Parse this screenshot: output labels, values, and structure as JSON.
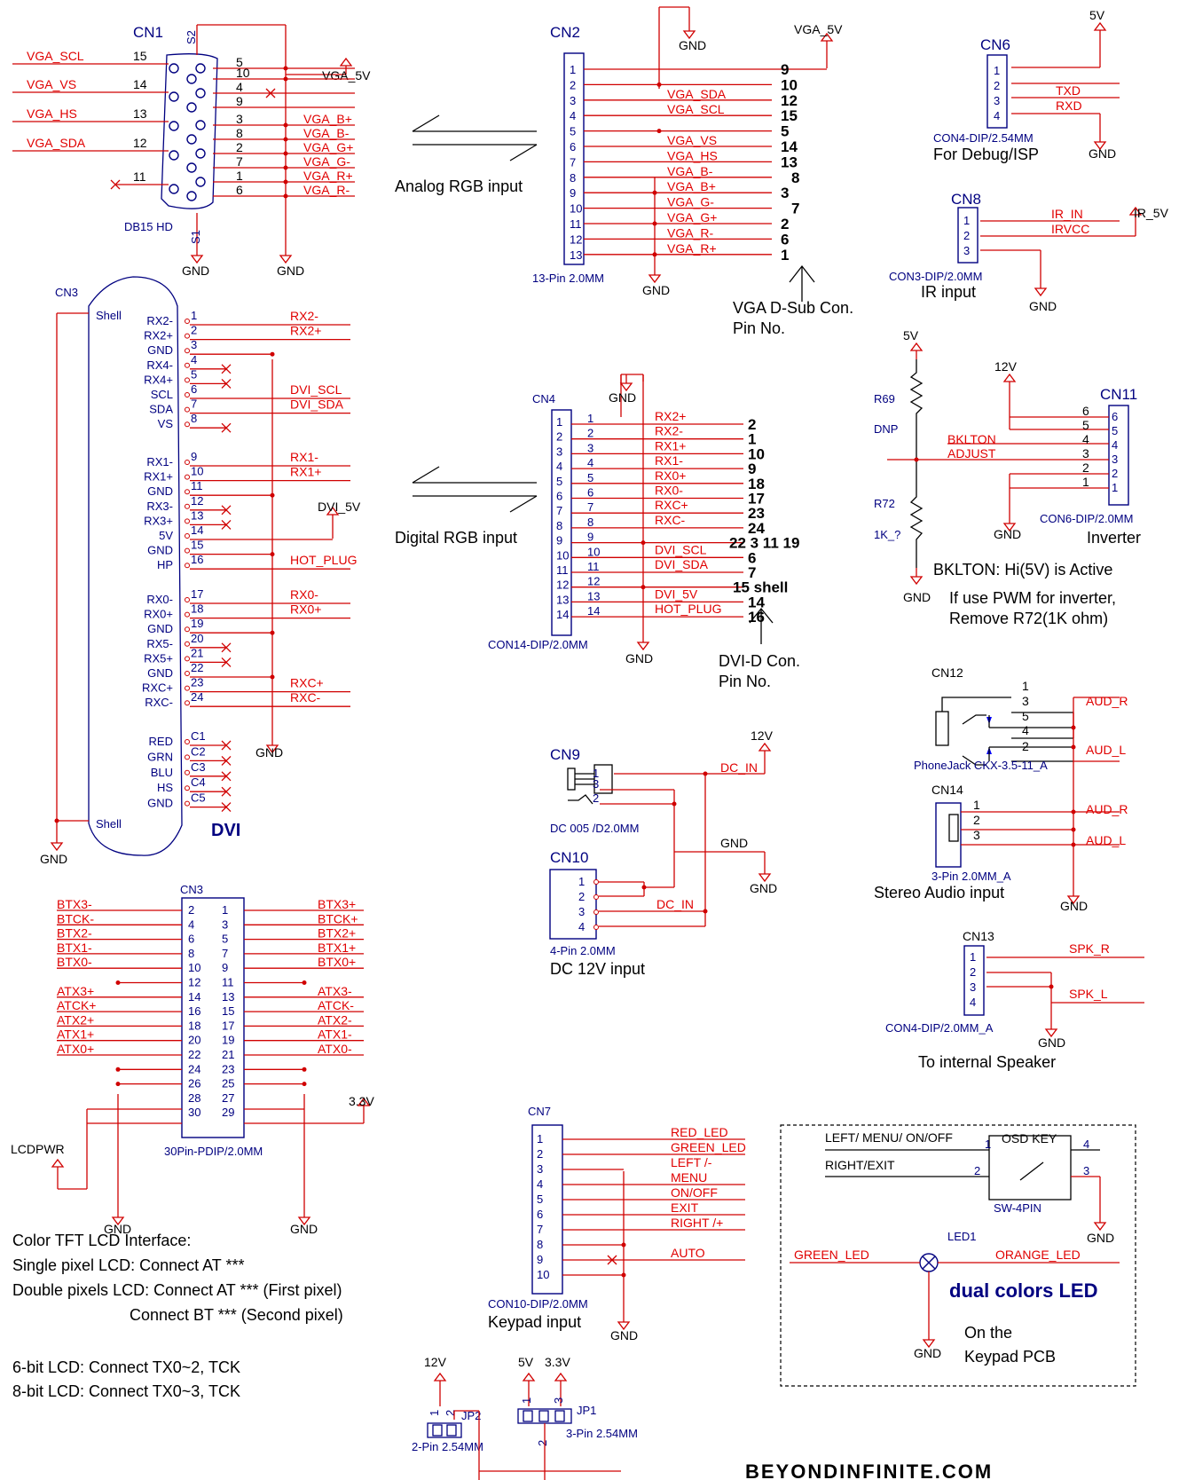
{
  "cn1": {
    "ref": "CN1",
    "part": "DB15 HD",
    "s1": "S1",
    "s2": "S2",
    "left": [
      {
        "sig": "VGA_SCL",
        "pin": "15"
      },
      {
        "sig": "VGA_VS",
        "pin": "14"
      },
      {
        "sig": "VGA_HS",
        "pin": "13"
      },
      {
        "sig": "VGA_SDA",
        "pin": "12"
      },
      {
        "sig": "",
        "pin": "11"
      }
    ],
    "right": [
      {
        "pin": "5",
        "sig": ""
      },
      {
        "pin": "10",
        "sig": ""
      },
      {
        "pin": "4",
        "sig": ""
      },
      {
        "pin": "9",
        "sig": ""
      },
      {
        "pin": "3",
        "sig": "VGA_B+"
      },
      {
        "pin": "8",
        "sig": "VGA_B-"
      },
      {
        "pin": "2",
        "sig": "VGA_G+"
      },
      {
        "pin": "7",
        "sig": "VGA_G-"
      },
      {
        "pin": "1",
        "sig": "VGA_R+"
      },
      {
        "pin": "6",
        "sig": "VGA_R-"
      }
    ],
    "vcc": "VGA_5V",
    "gnd": "GND"
  },
  "analog_label": "Analog RGB input",
  "cn2": {
    "ref": "CN2",
    "part": "13-Pin 2.0MM",
    "vcc": "VGA_5V",
    "gnd": "GND",
    "pins": [
      "1",
      "2",
      "3",
      "4",
      "5",
      "6",
      "7",
      "8",
      "9",
      "10",
      "11",
      "12",
      "13"
    ],
    "sigs": [
      "",
      "",
      "VGA_SDA",
      "VGA_SCL",
      "",
      "VGA_VS",
      "VGA_HS",
      "VGA_B-",
      "VGA_B+",
      "VGA_G-",
      "VGA_G+",
      "VGA_R-",
      "VGA_R+"
    ],
    "dsub": [
      "9",
      "10",
      "12",
      "15",
      "5",
      "14",
      "13",
      "8",
      "3",
      "7",
      "2",
      "6",
      "1"
    ],
    "note1": "VGA D-Sub Con.",
    "note2": "Pin No."
  },
  "cn6": {
    "ref": "CN6",
    "part": "CON4-DIP/2.54MM",
    "desc": "For Debug/ISP",
    "vcc": "5V",
    "gnd": "GND",
    "pins": [
      "1",
      "2",
      "3",
      "4"
    ],
    "sigs": [
      "",
      "TXD",
      "RXD",
      ""
    ]
  },
  "cn8": {
    "ref": "CN8",
    "part": "CON3-DIP/2.0MM",
    "desc": "IR input",
    "vcc": "IR_5V",
    "gnd": "GND",
    "pins": [
      "1",
      "2",
      "3"
    ],
    "sigs": [
      "IR_IN",
      "IRVCC",
      ""
    ]
  },
  "cn3": {
    "ref": "CN3",
    "title": "DVI",
    "shell": "Shell",
    "gnd": "GND",
    "vcc": "DVI_5V",
    "rows": [
      {
        "name": "RX2-",
        "pin": "1",
        "sig": "RX2-"
      },
      {
        "name": "RX2+",
        "pin": "2",
        "sig": "RX2+"
      },
      {
        "name": "GND",
        "pin": "3",
        "sig": ""
      },
      {
        "name": "RX4-",
        "pin": "4",
        "sig": ""
      },
      {
        "name": "RX4+",
        "pin": "5",
        "sig": ""
      },
      {
        "name": "SCL",
        "pin": "6",
        "sig": "DVI_SCL"
      },
      {
        "name": "SDA",
        "pin": "7",
        "sig": "DVI_SDA"
      },
      {
        "name": "VS",
        "pin": "8",
        "sig": ""
      },
      {
        "name": "RX1-",
        "pin": "9",
        "sig": "RX1-"
      },
      {
        "name": "RX1+",
        "pin": "10",
        "sig": "RX1+"
      },
      {
        "name": "GND",
        "pin": "11",
        "sig": ""
      },
      {
        "name": "RX3-",
        "pin": "12",
        "sig": ""
      },
      {
        "name": "RX3+",
        "pin": "13",
        "sig": ""
      },
      {
        "name": "5V",
        "pin": "14",
        "sig": ""
      },
      {
        "name": "GND",
        "pin": "15",
        "sig": ""
      },
      {
        "name": "HP",
        "pin": "16",
        "sig": "HOT_PLUG"
      },
      {
        "name": "RX0-",
        "pin": "17",
        "sig": "RX0-"
      },
      {
        "name": "RX0+",
        "pin": "18",
        "sig": "RX0+"
      },
      {
        "name": "GND",
        "pin": "19",
        "sig": ""
      },
      {
        "name": "RX5-",
        "pin": "20",
        "sig": ""
      },
      {
        "name": "RX5+",
        "pin": "21",
        "sig": ""
      },
      {
        "name": "GND",
        "pin": "22",
        "sig": ""
      },
      {
        "name": "RXC+",
        "pin": "23",
        "sig": "RXC+"
      },
      {
        "name": "RXC-",
        "pin": "24",
        "sig": "RXC-"
      },
      {
        "name": "RED",
        "pin": "C1",
        "sig": ""
      },
      {
        "name": "GRN",
        "pin": "C2",
        "sig": ""
      },
      {
        "name": "BLU",
        "pin": "C3",
        "sig": ""
      },
      {
        "name": "HS",
        "pin": "C4",
        "sig": ""
      },
      {
        "name": "GND",
        "pin": "C5",
        "sig": ""
      }
    ]
  },
  "digital_label": "Digital RGB input",
  "cn4": {
    "ref": "CN4",
    "part": "CON14-DIP/2.0MM",
    "gnd": "GND",
    "pins": [
      "1",
      "2",
      "3",
      "4",
      "5",
      "6",
      "7",
      "8",
      "9",
      "10",
      "11",
      "12",
      "13",
      "14"
    ],
    "sigs": [
      "RX2+",
      "RX2-",
      "RX1+",
      "RX1-",
      "RX0+",
      "RX0-",
      "RXC+",
      "RXC-",
      "",
      "DVI_SCL",
      "DVI_SDA",
      "",
      "DVI_5V",
      "HOT_PLUG"
    ],
    "dvi": [
      "2",
      "1",
      "10",
      "9",
      "18",
      "17",
      "23",
      "24",
      "22 3 11 19",
      "6",
      "7",
      "15  shell",
      "14",
      "16"
    ],
    "note1": "DVI-D Con.",
    "note2": "Pin No."
  },
  "cn11": {
    "ref": "CN11",
    "part": "CON6-DIP/2.0MM",
    "desc": "Inverter",
    "vcc": "12V",
    "gnd": "GND",
    "pins": [
      "6",
      "5",
      "4",
      "3",
      "2",
      "1"
    ],
    "sigs": [
      "",
      "",
      "BKLTON",
      "ADJUST",
      "",
      ""
    ],
    "r69": "R69",
    "r69v": "DNP",
    "r72": "R72",
    "r72v": "1K_?",
    "v5": "5V",
    "note1": "BKLTON: Hi(5V) is Active",
    "note2": "If use PWM for inverter,",
    "note3": "Remove R72(1K ohm)"
  },
  "cn12": {
    "ref": "CN12",
    "part": "PhoneJack CKX-3.5-11_A",
    "pins": [
      "1",
      "3",
      "5",
      "4",
      "2"
    ],
    "audr": "AUD_R",
    "audl": "AUD_L"
  },
  "cn14": {
    "ref": "CN14",
    "part": "3-Pin 2.0MM_A",
    "desc": "Stereo Audio input",
    "pins": [
      "1",
      "2",
      "3"
    ],
    "audr": "AUD_R",
    "audl": "AUD_L",
    "gnd": "GND"
  },
  "cn13": {
    "ref": "CN13",
    "part": "CON4-DIP/2.0MM_A",
    "desc": "To internal Speaker",
    "pins": [
      "1",
      "2",
      "3",
      "4"
    ],
    "spkr": "SPK_R",
    "spkl": "SPK_L",
    "gnd": "GND"
  },
  "cn9": {
    "ref": "CN9",
    "part": "DC 005 /D2.0MM",
    "pins": [
      "1",
      "3",
      "2"
    ],
    "vcc": "12V",
    "dcin": "DC_IN",
    "gnd": "GND",
    "gndlbl": "GND"
  },
  "cn10": {
    "ref": "CN10",
    "part": "4-Pin 2.0MM",
    "desc": "DC 12V input",
    "pins": [
      "1",
      "2",
      "3",
      "4"
    ],
    "dcin": "DC_IN"
  },
  "cn3b": {
    "ref": "CN3",
    "part": "30Pin-PDIP/2.0MM",
    "gnd": "GND",
    "v33": "3.3V",
    "lcdpwr": "LCDPWR",
    "even": [
      "2",
      "4",
      "6",
      "8",
      "10",
      "12",
      "14",
      "16",
      "18",
      "20",
      "22",
      "24",
      "26",
      "28",
      "30"
    ],
    "odd": [
      "1",
      "3",
      "5",
      "7",
      "9",
      "11",
      "13",
      "15",
      "17",
      "19",
      "21",
      "23",
      "25",
      "27",
      "29"
    ],
    "lsig": [
      "BTX3-",
      "BTCK-",
      "BTX2-",
      "BTX1-",
      "BTX0-",
      "",
      "ATX3+",
      "ATCK+",
      "ATX2+",
      "ATX1+",
      "ATX0+",
      "",
      "",
      "",
      ""
    ],
    "rsig": [
      "BTX3+",
      "BTCK+",
      "BTX2+",
      "BTX1+",
      "BTX0+",
      "",
      "ATX3-",
      "ATCK-",
      "ATX2-",
      "ATX1-",
      "ATX0-",
      "",
      "",
      "",
      ""
    ]
  },
  "notes": [
    "Color TFT LCD Interface:",
    "Single pixel LCD: Connect AT ***",
    "Double pixels LCD: Connect AT *** (First pixel)",
    "Connect BT *** (Second pixel)",
    "6-bit LCD: Connect TX0~2, TCK",
    "8-bit LCD: Connect TX0~3, TCK"
  ],
  "cn7": {
    "ref": "CN7",
    "part": "CON10-DIP/2.0MM",
    "desc": "Keypad input",
    "gnd": "GND",
    "pins": [
      "1",
      "2",
      "3",
      "4",
      "5",
      "6",
      "7",
      "8",
      "9",
      "10"
    ],
    "sigs": [
      "RED_LED",
      "GREEN_LED",
      "LEFT /-",
      "MENU",
      "ON/OFF",
      "EXIT",
      "RIGHT /+",
      "",
      "AUTO",
      ""
    ]
  },
  "keypad": {
    "l1": "LEFT/ MENU/ ON/OFF",
    "l2": "RIGHT/EXIT",
    "key": "OSD KEY",
    "sw": "SW-4PIN",
    "gnd": "GND",
    "led": "LED1",
    "green": "GREEN_LED",
    "orange": "ORANGE_LED",
    "title": "dual colors LED",
    "on1": "On the",
    "on2": "Keypad PCB",
    "p1": "1",
    "p2": "2",
    "p3": "3",
    "p4": "4"
  },
  "jp": {
    "jp2": "JP2",
    "jp2part": "2-Pin 2.54MM",
    "jp1": "JP1",
    "jp1part": "3-Pin 2.54MM",
    "v12": "12V",
    "v5": "5V",
    "v33": "3.3V",
    "p1": "1",
    "p2": "2",
    "p3": "3"
  },
  "watermark": "BEYONDINFINITE.COM"
}
